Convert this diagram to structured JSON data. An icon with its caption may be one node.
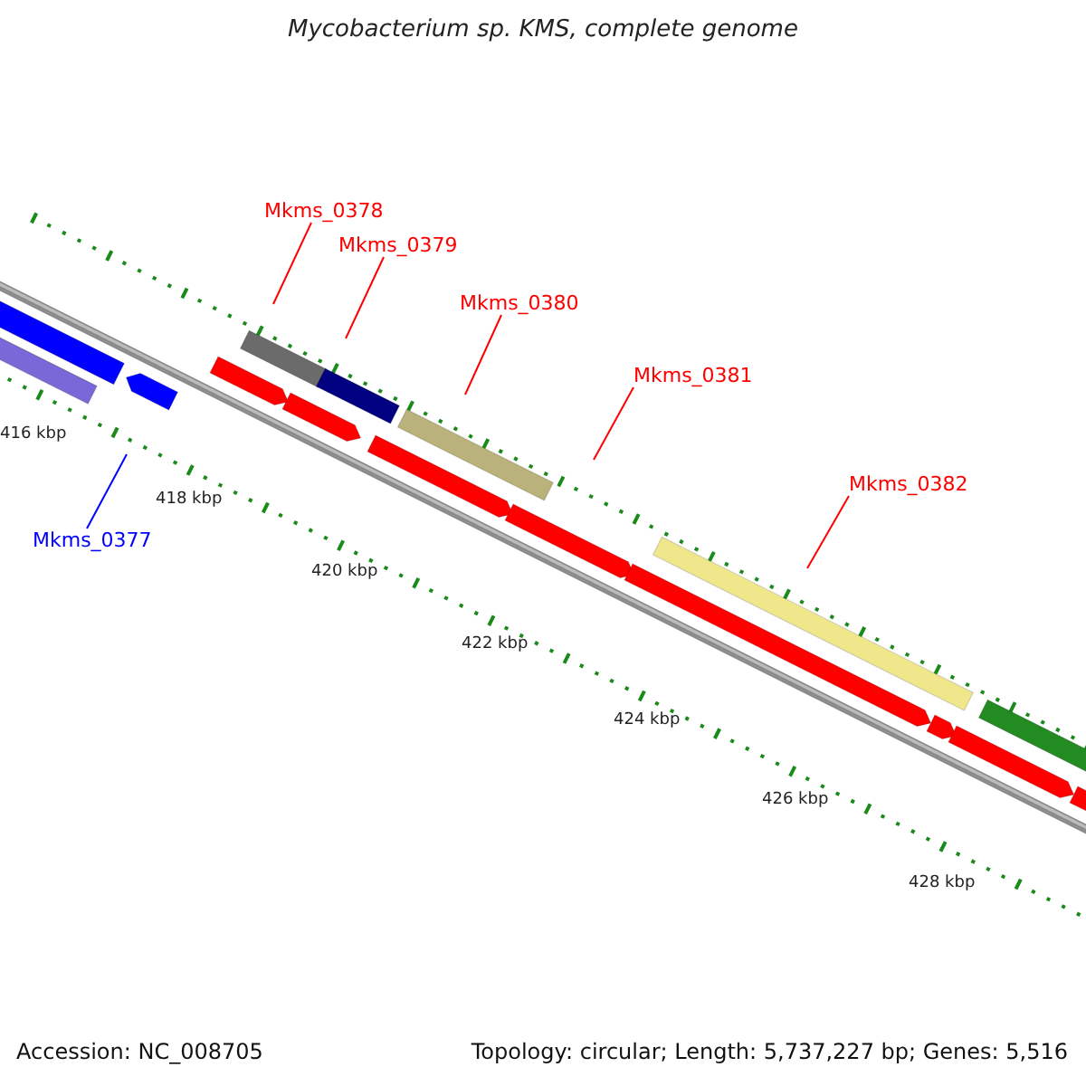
{
  "diagram": {
    "title": "Mycobacterium sp. KMS, complete genome",
    "nodes": [
      {
        "text": [
          "Mkms_0378"
        ]
      },
      {
        "text": [
          "Mkms_0379"
        ]
      },
      {
        "text": [
          "Mkms_0380"
        ]
      },
      {
        "text": [
          "Mkms_0381"
        ]
      },
      {
        "text": [
          "Mkms_0382"
        ]
      },
      {
        "text": [
          "Mkms_0377"
        ]
      }
    ],
    "edges": [
      {
        "from": 0,
        "to": null,
        "arrow": "none"
      },
      {
        "from": 1,
        "to": null,
        "arrow": "none"
      },
      {
        "from": 2,
        "to": null,
        "arrow": "none"
      },
      {
        "from": 3,
        "to": null,
        "arrow": "none"
      },
      {
        "from": 4,
        "to": null,
        "arrow": "none"
      },
      {
        "from": 5,
        "to": null,
        "arrow": "none",
        "color": "#0000ff"
      }
    ],
    "labels": [
      "416 kbp",
      "418 kbp",
      "420 kbp",
      "422 kbp",
      "424 kbp",
      "426 kbp",
      "428 kbp",
      "Accession: NC_008705",
      "Topology: circular; Length: 5,737,227 bp; Genes: 5,516"
    ]
  }
}
